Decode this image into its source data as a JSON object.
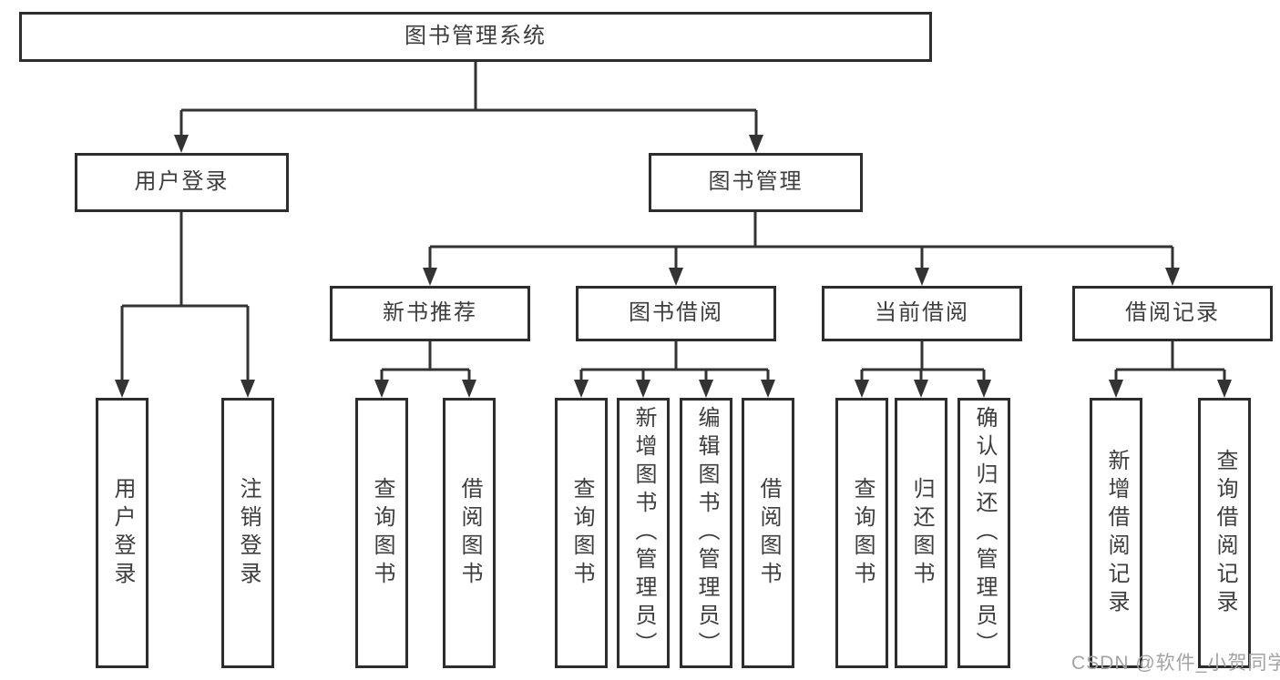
{
  "colors": {
    "line": "#333333",
    "box_border": "#2d2d2d",
    "text": "#3d3d3d",
    "background": "#ffffff",
    "watermark": "#a3a3a3"
  },
  "tree": {
    "root": {
      "label": "图书管理系统"
    },
    "branches": [
      {
        "label": "用户登录",
        "children": [
          {
            "label": "用户登录"
          },
          {
            "label": "注销登录"
          }
        ]
      },
      {
        "label": "图书管理",
        "children": [
          {
            "label": "新书推荐",
            "children": [
              {
                "label": "查询图书"
              },
              {
                "label": "借阅图书"
              }
            ]
          },
          {
            "label": "图书借阅",
            "children": [
              {
                "label": "查询图书"
              },
              {
                "label": "新增图书（管理员）"
              },
              {
                "label": "编辑图书（管理员）"
              },
              {
                "label": "借阅图书"
              }
            ]
          },
          {
            "label": "当前借阅",
            "children": [
              {
                "label": "查询图书"
              },
              {
                "label": "归还图书"
              },
              {
                "label": "确认归还（管理员）"
              }
            ]
          },
          {
            "label": "借阅记录",
            "children": [
              {
                "label": "新增借阅记录"
              },
              {
                "label": "查询借阅记录"
              }
            ]
          }
        ]
      }
    ]
  },
  "watermark": {
    "text": "CSDN @软件_小贺同学"
  }
}
